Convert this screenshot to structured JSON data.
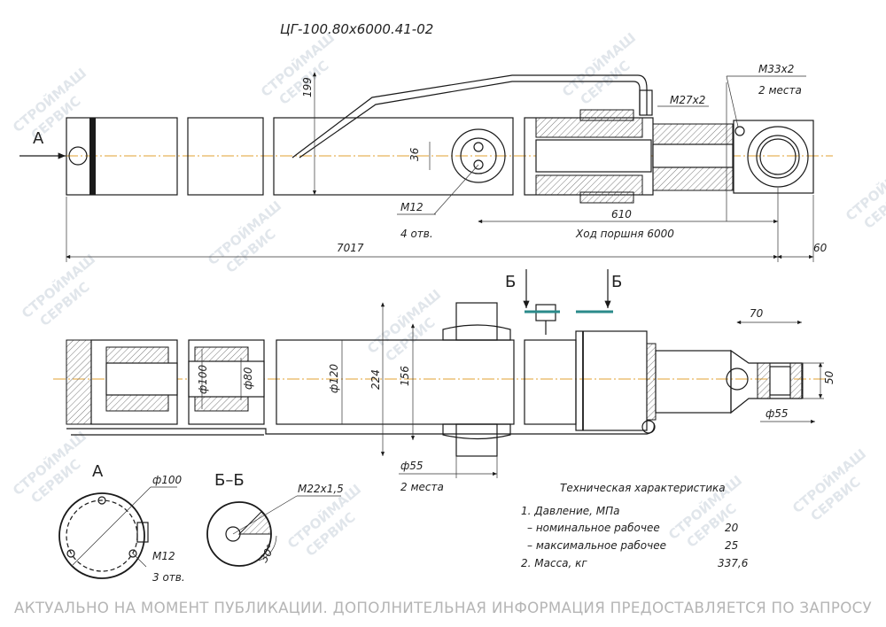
{
  "title": "ЦГ-100.80х6000.41-02",
  "watermark": {
    "line1": "СТРОЙМАШ",
    "line2": "СЕРВИС"
  },
  "view_labels": {
    "a": "А",
    "b_left": "Б",
    "b_right": "Б",
    "section_a": "А",
    "section_bb": "Б–Б"
  },
  "dimensions": {
    "d199": "199",
    "d36": "36",
    "m33": "М33х2",
    "m33_note": "2 места",
    "m27": "М27х2",
    "m12": "М12",
    "m12_note": "4 отв.",
    "d610": "610",
    "stroke": "Ход поршня 6000",
    "d7017": "7017",
    "d60": "60",
    "d100": "ф100",
    "d80": "ф80",
    "d120": "ф120",
    "d224": "224",
    "d156": "156",
    "d55_a": "ф55",
    "d55_note": "2 места",
    "d70": "70",
    "d50": "50",
    "d55_b": "ф55",
    "a_d100": "ф100",
    "a_m12": "М12",
    "a_m12_note": "3 отв.",
    "bb_m22": "М22х1,5",
    "bb_angle": "30°"
  },
  "spec": {
    "heading": "Техническая характеристика",
    "item1": "1. Давление, МПа",
    "nominal_label": "– номинальное рабочее",
    "nominal_value": "20",
    "max_label": "– максимальное рабочее",
    "max_value": "25",
    "item2": "2. Масса, кг",
    "mass_value": "337,6"
  },
  "footer": "АКТУАЛЬНО НА МОМЕНТ ПУБЛИКАЦИИ. ДОПОЛНИТЕЛЬНАЯ ИНФОРМАЦИЯ ПРЕДОСТАВЛЯЕТСЯ ПО ЗАПРОСУ",
  "colors": {
    "centerline": "#e0a030",
    "section_mark": "#2a8a8a",
    "watermark": "#c9d2dc"
  }
}
